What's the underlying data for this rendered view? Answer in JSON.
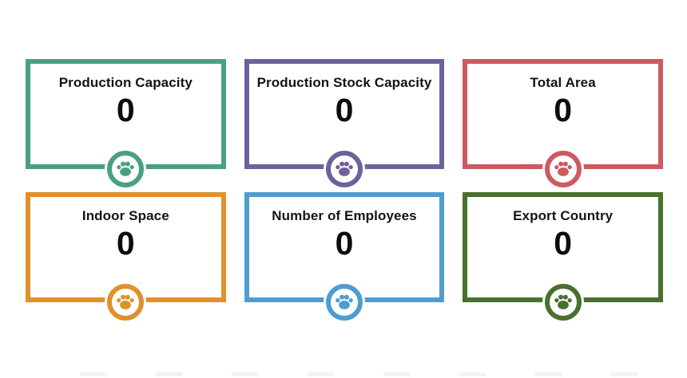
{
  "dashboard": {
    "cards": [
      {
        "label": "Production Capacity",
        "value": "0",
        "accent_color": "#4AA081"
      },
      {
        "label": "Production Stock Capacity",
        "value": "0",
        "accent_color": "#6E619B"
      },
      {
        "label": "Total Area",
        "value": "0",
        "accent_color": "#CB5A61"
      },
      {
        "label": "Indoor Space",
        "value": "0",
        "accent_color": "#E0902C"
      },
      {
        "label": "Number of Employees",
        "value": "0",
        "accent_color": "#4E9DD0"
      },
      {
        "label": "Export Country",
        "value": "0",
        "accent_color": "#4A7030"
      }
    ],
    "card_icon": "paw-icon",
    "background_color": "#ffffff",
    "text_color": "#141414"
  }
}
